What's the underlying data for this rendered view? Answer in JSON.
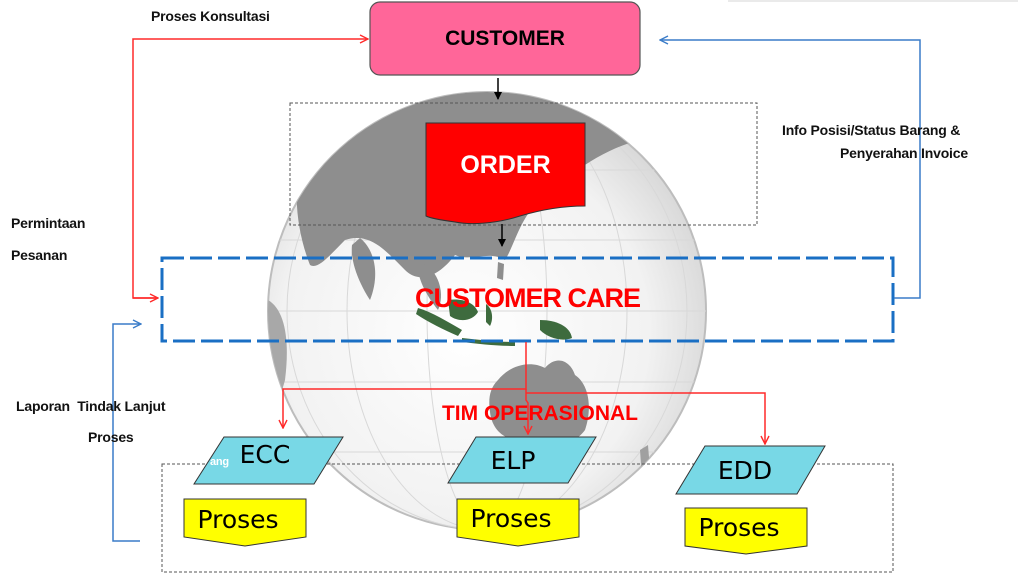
{
  "colors": {
    "customer_fill": "#ff6699",
    "order_fill": "#ff0000",
    "customer_care_text": "#ff0000",
    "customer_care_border": "#1a6fc4",
    "tim_text": "#ff0000",
    "io_fill": "#78d8e6",
    "proses_fill": "#ffff00",
    "red_line": "#ff2a2a",
    "blue_line": "#3a7cc8",
    "globe_land": "#8c8c8c",
    "indonesia_land": "#3e6b3e"
  },
  "nodes": {
    "customer": "CUSTOMER",
    "order": "ORDER",
    "customer_care": "CUSTOMER CARE",
    "tim_operasional": "TIM OPERASIONAL",
    "units": [
      {
        "name": "ECC",
        "process": "Proses"
      },
      {
        "name": "ELP",
        "process": "Proses"
      },
      {
        "name": "EDD",
        "process": "Proses"
      }
    ],
    "stray_text": "ang"
  },
  "labels": {
    "proses_konsultasi": "Proses Konsultasi",
    "permintaan": "Permintaan",
    "pesanan": "Pesanan",
    "info_line1": "Info Posisi/Status Barang &",
    "info_line2": "Penyerahan Invoice",
    "laporan_line1": "Laporan  Tindak Lanjut",
    "laporan_line2": "Proses"
  }
}
